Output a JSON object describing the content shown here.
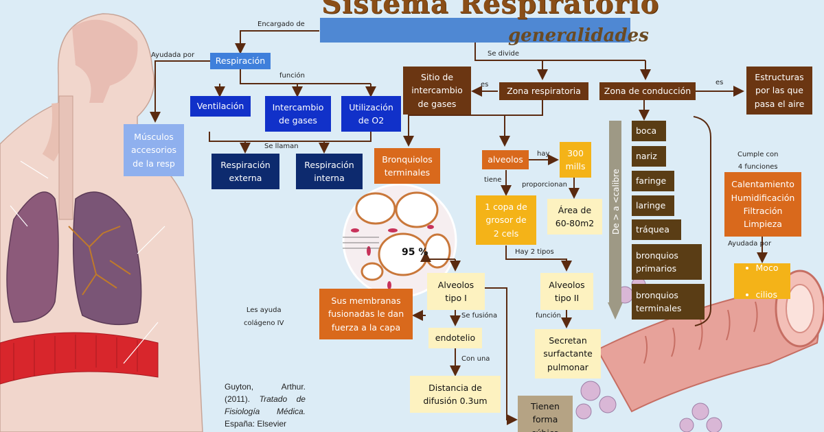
{
  "title": "Sistema Respiratorio",
  "subtitle": "generalidades",
  "labels": {
    "encargado": "Encargado de",
    "se_divide": "Se divide",
    "ayudada_por": "Ayudada por",
    "funcion": "función",
    "se_llaman": "Se llaman",
    "es_left": "es",
    "es_right": "es",
    "hay": "hay",
    "tiene": "tiene",
    "proporcionan": "proporcionan",
    "hay_2_tipos": "Hay 2 tipos",
    "se_fusiona": "Se fusióna",
    "funcion2": "función",
    "con_una": "Con una",
    "les_ayuda": "Les ayuda\ncolágeno IV",
    "cumple": "Cumple con\n4 funciones",
    "ayudada_por2": "Ayudada por",
    "pct": "95 %",
    "calibre": "De > a <calibre"
  },
  "boxes": {
    "respiracion": "Respiración",
    "musculos": "Músculos\naccesorios\nde la resp",
    "ventilacion": "Ventilación",
    "intercambio": "Intercambio\nde gases",
    "utilizacion": "Utilización\nde O2",
    "resp_externa": "Respiración\nexterna",
    "resp_interna": "Respiración\ninterna",
    "sitio": "Sitio de\nintercambio\nde gases",
    "zona_resp": "Zona respiratoria",
    "zona_cond": "Zona de conducción",
    "estructuras": "Estructuras\npor las que\npasa el aire",
    "bronquiolos": "Bronquiolos\nterminales",
    "alveolos": "alveolos",
    "mills": "300\nmills",
    "copa": "1 copa de\ngrosor de\n2 cels",
    "area": "Área de\n60-80m2",
    "alv1": "Alveolos\ntipo I",
    "alv2": "Alveolos\ntipo II",
    "membranas": "Sus membranas\nfusionadas le dan\nfuerza a la capa",
    "endotelio": "endotelio",
    "secretan": "Secretan\nsurfactante\npulmonar",
    "distancia": "Distancia de\ndifusión 0.3um",
    "tienen": "Tienen\nforma\ncúbica",
    "boca": "boca",
    "nariz": "nariz",
    "faringe": "faringe",
    "laringe": "laringe",
    "traquea": "tráquea",
    "bronq_prim": "bronquios\nprimarios",
    "bronq_term": "bronquios\nterminales",
    "funciones": "Calentamiento\nHumidificación\nFiltración\nLimpieza",
    "moco": "Moco",
    "cilios": "cilios"
  },
  "citation": {
    "author": "Guyton, Arthur.",
    "year": "(2011).",
    "book": "Tratado de Fisiología Médica.",
    "place": "España: Elsevier"
  },
  "colors": {
    "brown": "#6b3612",
    "blue": "#1131c9",
    "navy": "#0d2a6e",
    "gold": "#f4b318",
    "cream": "#fdf2c0",
    "orange": "#d9691c",
    "background": "#dcecf6"
  }
}
